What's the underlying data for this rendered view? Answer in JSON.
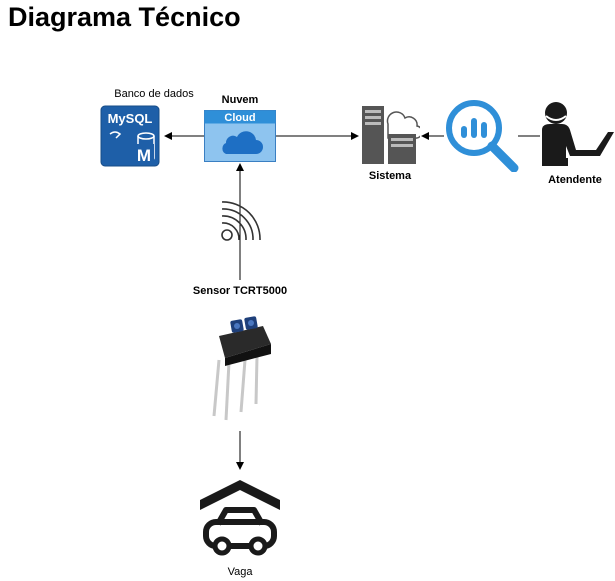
{
  "title": "Diagrama Técnico",
  "nodes": {
    "database": {
      "label": "Banco de dados",
      "logo_text": "MySQL",
      "badge": "M",
      "icon": "mysql-database-icon"
    },
    "cloud": {
      "label": "Nuvem",
      "icon_text": "Cloud",
      "icon": "cloud-icon"
    },
    "system": {
      "label": "Sistema",
      "icon": "server-icon"
    },
    "search": {
      "icon": "analytics-search-icon"
    },
    "attendant": {
      "label": "Atendente",
      "icon": "person-at-desk-icon"
    },
    "wireless": {
      "icon": "wireless-signal-icon"
    },
    "sensor": {
      "label": "Sensor TCRT5000",
      "icon": "ir-sensor-icon"
    },
    "parking": {
      "label": "Vaga",
      "icon": "garage-car-icon"
    }
  },
  "colors": {
    "blue_dark": "#1e5fa8",
    "blue_light": "#2f8fd8",
    "cloud_bg": "#8ec4ef",
    "dark": "#1a1a1a",
    "gray": "#666666"
  }
}
